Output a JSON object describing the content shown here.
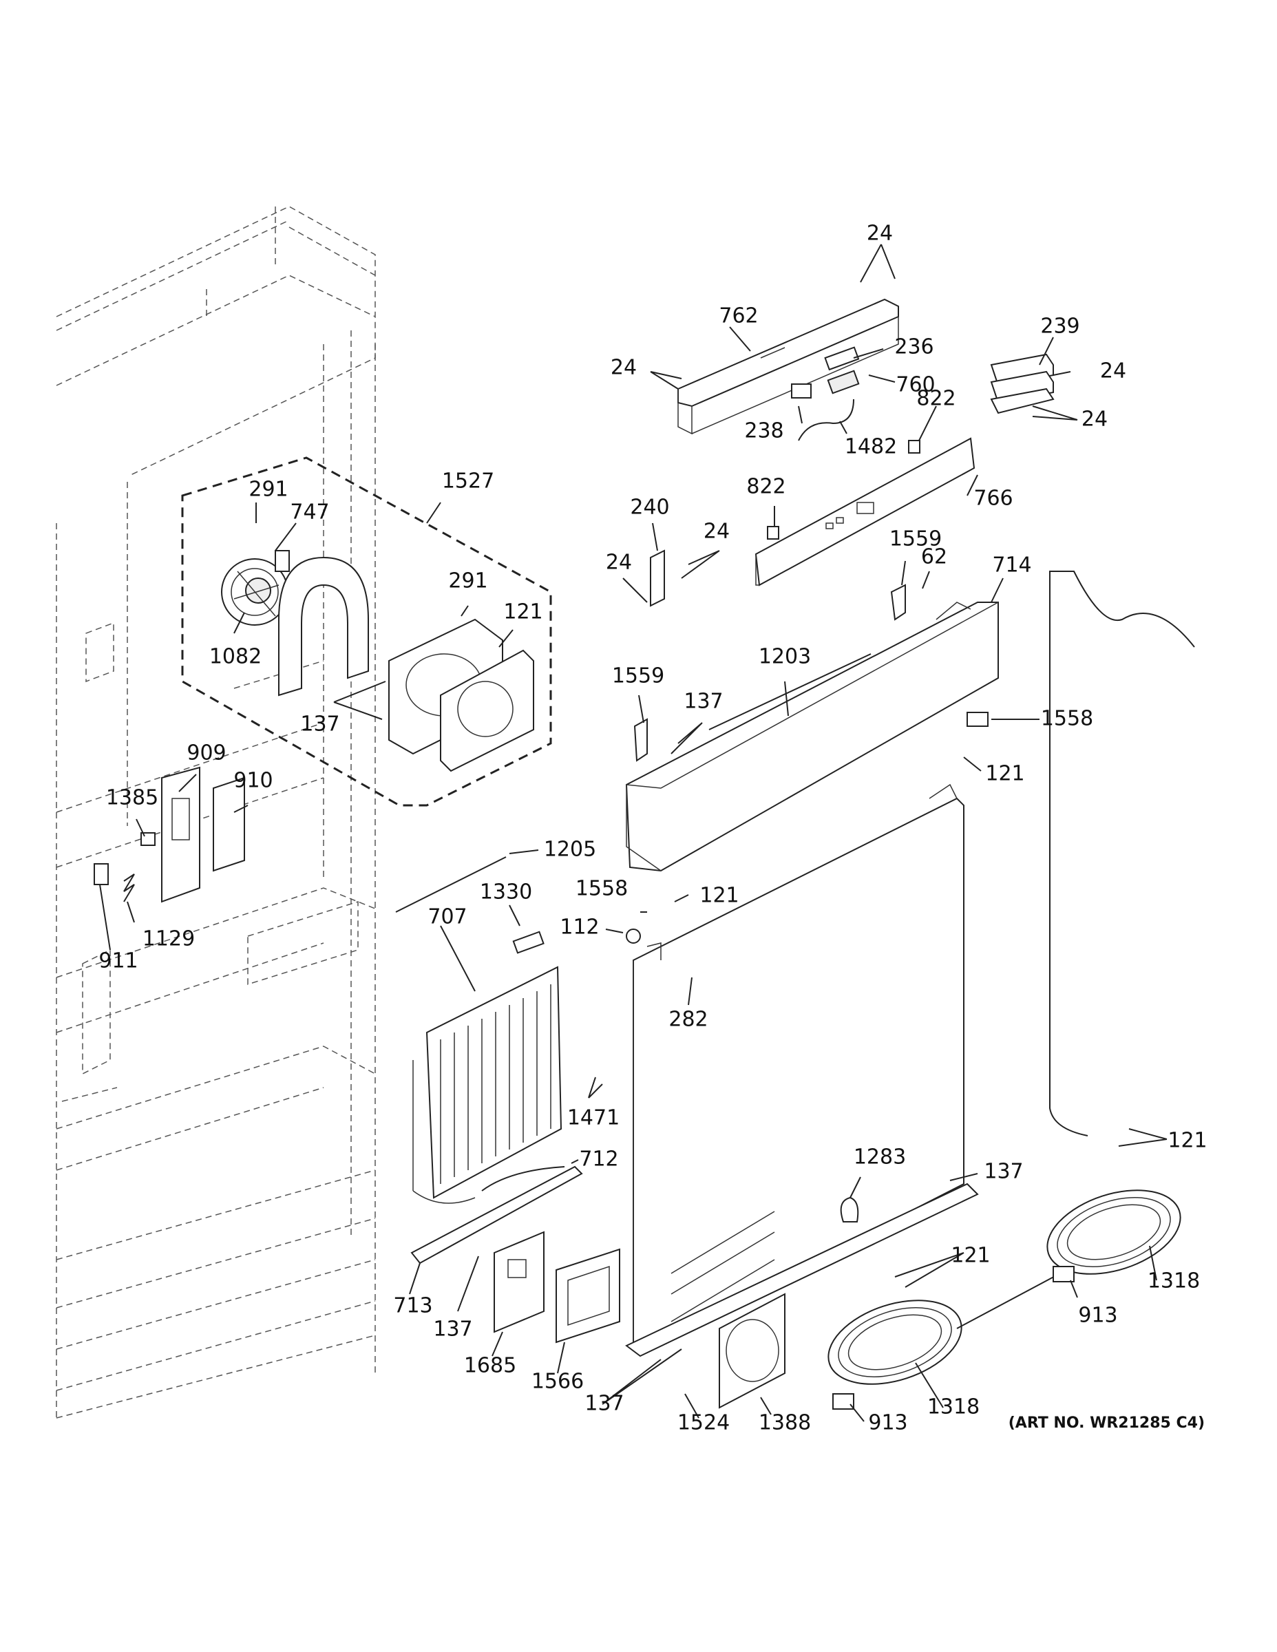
{
  "diagram": {
    "art_number": "(ART NO. WR21285 C4)",
    "callouts": [
      {
        "id": "c24a",
        "text": "24"
      },
      {
        "id": "c762",
        "text": "762"
      },
      {
        "id": "c236",
        "text": "236"
      },
      {
        "id": "c24b",
        "text": "24"
      },
      {
        "id": "c760",
        "text": "760"
      },
      {
        "id": "c238",
        "text": "238"
      },
      {
        "id": "c1482",
        "text": "1482"
      },
      {
        "id": "c239",
        "text": "239"
      },
      {
        "id": "c24c",
        "text": "24"
      },
      {
        "id": "c822a",
        "text": "822"
      },
      {
        "id": "c24d",
        "text": "24"
      },
      {
        "id": "c766",
        "text": "766"
      },
      {
        "id": "c822b",
        "text": "822"
      },
      {
        "id": "c240",
        "text": "240"
      },
      {
        "id": "c24e",
        "text": "24"
      },
      {
        "id": "c24f",
        "text": "24"
      },
      {
        "id": "c1559a",
        "text": "1559"
      },
      {
        "id": "c62",
        "text": "62"
      },
      {
        "id": "c714",
        "text": "714"
      },
      {
        "id": "c1527",
        "text": "1527"
      },
      {
        "id": "c291a",
        "text": "291"
      },
      {
        "id": "c747",
        "text": "747"
      },
      {
        "id": "c291b",
        "text": "291"
      },
      {
        "id": "c121a",
        "text": "121"
      },
      {
        "id": "c1082",
        "text": "1082"
      },
      {
        "id": "c137a",
        "text": "137"
      },
      {
        "id": "c1203",
        "text": "1203"
      },
      {
        "id": "c1559b",
        "text": "1559"
      },
      {
        "id": "c137b",
        "text": "137"
      },
      {
        "id": "c1558a",
        "text": "1558"
      },
      {
        "id": "c121b",
        "text": "121"
      },
      {
        "id": "c909",
        "text": "909"
      },
      {
        "id": "c910",
        "text": "910"
      },
      {
        "id": "c1385",
        "text": "1385"
      },
      {
        "id": "c1205",
        "text": "1205"
      },
      {
        "id": "c1330",
        "text": "1330"
      },
      {
        "id": "c1558b",
        "text": "1558"
      },
      {
        "id": "c121c",
        "text": "121"
      },
      {
        "id": "c707",
        "text": "707"
      },
      {
        "id": "c112",
        "text": "112"
      },
      {
        "id": "c1129",
        "text": "1129"
      },
      {
        "id": "c911",
        "text": "911"
      },
      {
        "id": "c282",
        "text": "282"
      },
      {
        "id": "c1471",
        "text": "1471"
      },
      {
        "id": "c121d",
        "text": "121"
      },
      {
        "id": "c712",
        "text": "712"
      },
      {
        "id": "c1283",
        "text": "1283"
      },
      {
        "id": "c137c",
        "text": "137"
      },
      {
        "id": "c121e",
        "text": "121"
      },
      {
        "id": "c1318a",
        "text": "1318"
      },
      {
        "id": "c913a",
        "text": "913"
      },
      {
        "id": "c713",
        "text": "713"
      },
      {
        "id": "c137d",
        "text": "137"
      },
      {
        "id": "c1685",
        "text": "1685"
      },
      {
        "id": "c1566",
        "text": "1566"
      },
      {
        "id": "c137e",
        "text": "137"
      },
      {
        "id": "c1524",
        "text": "1524"
      },
      {
        "id": "c1388",
        "text": "1388"
      },
      {
        "id": "c913b",
        "text": "913"
      },
      {
        "id": "c1318b",
        "text": "1318"
      }
    ]
  }
}
